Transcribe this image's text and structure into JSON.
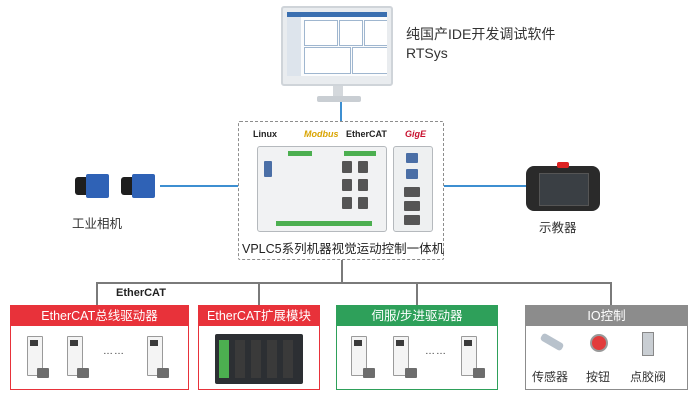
{
  "software": {
    "title": "纯国产IDE开发调试软件",
    "subtitle": "RTSys"
  },
  "controller": {
    "logos": [
      "Linux",
      "Modbus",
      "EtherCAT",
      "GigE"
    ],
    "label": "VPLC5系列机器视觉运动控制一体机"
  },
  "camera": {
    "label": "工业相机"
  },
  "pendant": {
    "label": "示教器"
  },
  "bus": {
    "label": "EtherCAT"
  },
  "categories": [
    {
      "title": "EtherCAT总线驱动器",
      "color": "#e8323a",
      "dots": "……"
    },
    {
      "title": "EtherCAT扩展模块",
      "color": "#e8323a"
    },
    {
      "title": "伺服/步进驱动器",
      "color": "#2ea05a",
      "dots": "……"
    },
    {
      "title": "IO控制",
      "color": "#8c8c8c",
      "items": [
        "传感器",
        "按钮",
        "点胶阀"
      ]
    }
  ],
  "colors": {
    "connector": "#3d8fd1",
    "bus_line": "#7a7a7a"
  }
}
